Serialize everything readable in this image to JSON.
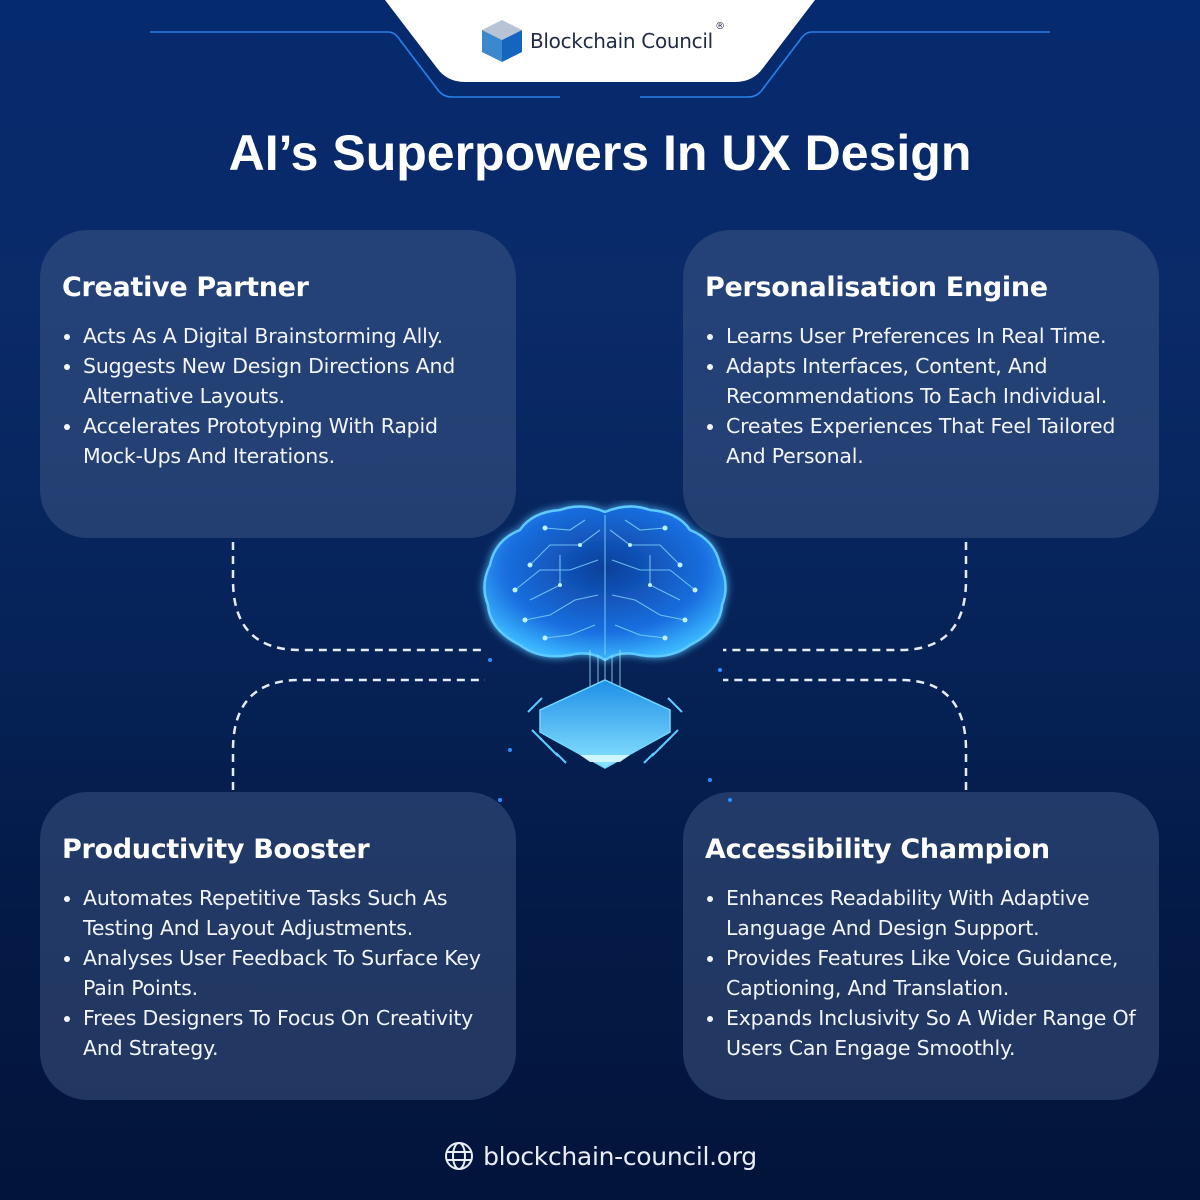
{
  "header": {
    "brand": "Blockchain Council",
    "registered_mark": "®",
    "logo_icon": "cube-icon"
  },
  "title": "AI’s Superpowers In UX Design",
  "cards": [
    {
      "title": "Creative Partner",
      "bullets": [
        "Acts As A Digital Brainstorming Ally.",
        "Suggests New Design Directions And Alternative Layouts.",
        "Accelerates Prototyping With Rapid Mock-Ups And Iterations."
      ]
    },
    {
      "title": "Personalisation Engine",
      "bullets": [
        "Learns User Preferences In Real Time.",
        "Adapts Interfaces, Content, And Recommendations To Each Individual.",
        "Creates Experiences That Feel Tailored And Personal."
      ]
    },
    {
      "title": "Productivity Booster",
      "bullets": [
        "Automates Repetitive Tasks Such As Testing And Layout Adjustments.",
        "Analyses User Feedback To Surface Key Pain Points.",
        "Frees Designers To Focus On Creativity And Strategy."
      ]
    },
    {
      "title": "Accessibility Champion",
      "bullets": [
        "Enhances Readability With Adaptive Language And Design Support.",
        "Provides Features Like Voice Guidance, Captioning, And Translation.",
        "Expands Inclusivity So A Wider Range Of Users Can Engage Smoothly."
      ]
    }
  ],
  "center_graphic": "brain-chip-icon",
  "footer": {
    "icon": "globe-icon",
    "url_text": "blockchain-council.org"
  },
  "colors": {
    "background_top": "#062a6e",
    "background_bottom": "#03143a",
    "card": "#2f4673",
    "accent_blue": "#2f8fff",
    "brain_cyan": "#3ab6ff",
    "logo_text": "#1f2a44"
  }
}
